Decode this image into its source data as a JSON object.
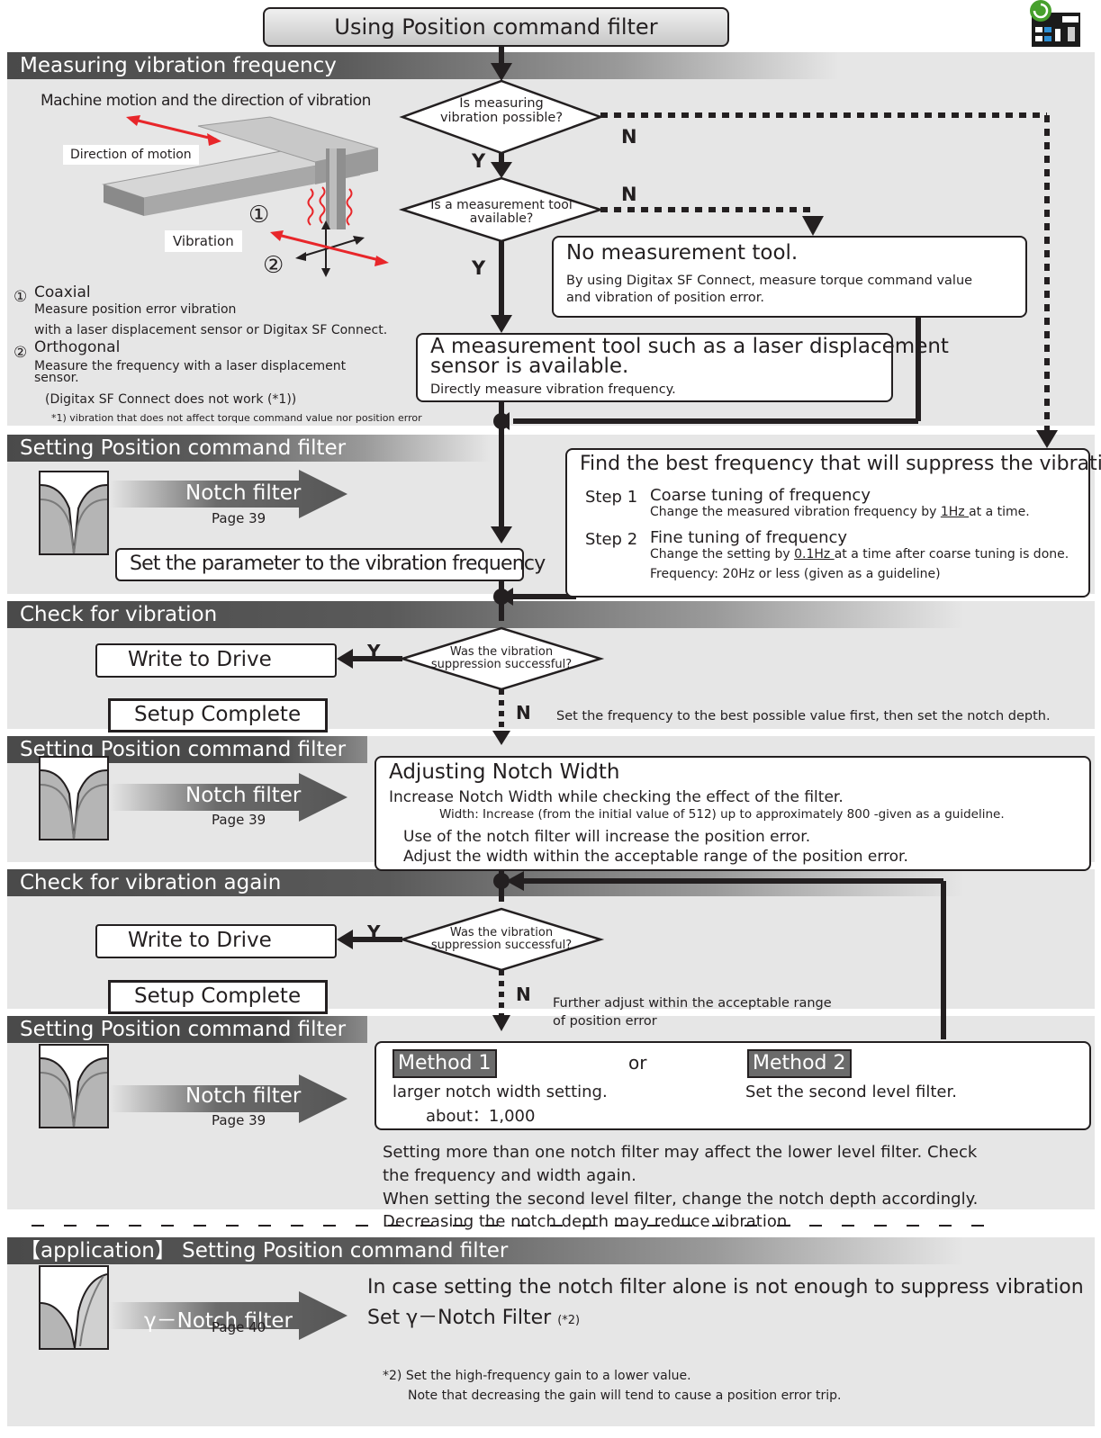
{
  "title": "Using Position command filter",
  "sections": {
    "measuring": "Measuring vibration frequency",
    "setting1": "Setting Position command filter",
    "check1": "Check for vibration",
    "setting2": "Setting Position command filter",
    "check2": "Check for vibration again",
    "setting3": "Setting Position command filter",
    "application": "【application】 Setting Position command filter"
  },
  "machine": {
    "caption": "Machine motion and the direction of vibration",
    "motion": "Direction of motion",
    "vibration": "Vibration",
    "mark1": "①",
    "mark2": "②"
  },
  "notes": {
    "c1_mark": "①",
    "c1_title": "Coaxial",
    "c1_l1": "Measure position error vibration",
    "c1_l2": "with a laser displacement sensor or Digitax SF Connect.",
    "c2_mark": "②",
    "c2_title": "Orthogonal",
    "c2_l1": "Measure the frequency with a laser displacement",
    "c2_l2": "sensor.",
    "c2_l3": "(Digitax SF Connect does not work (*1))",
    "footnote": "*1)  vibration that does not affect torque command value nor position error"
  },
  "decisions": {
    "d1_l1": "Is measuring",
    "d1_l2": "vibration possible?",
    "d2_l1": "Is a measurement tool",
    "d2_l2": "available?",
    "d3_l1": "Was the  vibration",
    "d3_l2": "suppression successful?",
    "d4_l1": "Was the  vibration",
    "d4_l2": "suppression successful?",
    "yes": "Y",
    "no": "N"
  },
  "no_tool": {
    "title": "No measurement tool.",
    "l1": "By using Digitax SF Connect, measure torque command value",
    "l2": "and vibration of position error."
  },
  "tool": {
    "l1": "A measurement tool such as a laser displacement",
    "l2": "sensor is available.",
    "l3": "Directly measure vibration frequency."
  },
  "best_freq": {
    "title": "Find the best frequency that will suppress the vibration.",
    "s1_label": "Step 1",
    "s1_title": "Coarse tuning of frequency",
    "s1_a": "Change the measured vibration frequency by ",
    "s1_u": "1Hz ",
    "s1_b": "at a time.",
    "s2_label": "Step 2",
    "s2_title": "Fine tuning of frequency",
    "s2_a": "Change the setting by ",
    "s2_u": "0.1Hz ",
    "s2_b": "at a time after coarse tuning is done.",
    "s2_c": "Frequency: 20Hz or less (given as a guideline)"
  },
  "notch": {
    "label": "Notch filter",
    "page": "Page 39",
    "gamma_label": "γ－Notch filter",
    "gamma_page": "Page 40"
  },
  "set_param": "Set the parameter to the vibration frequency",
  "write_drive": "Write to Drive",
  "setup_complete": "Setup Complete",
  "note_depth": "Set the frequency to the best possible value first, then set the notch depth.",
  "width": {
    "title": "Adjusting Notch Width",
    "l1": "Increase Notch Width while checking the effect of the filter.",
    "l2": "Width: Increase (from the initial value of 512) up to approximately 800 -given as a guideline.",
    "l3": "Use of the notch filter will increase the position error.",
    "l4": "Adjust the width within the acceptable range of the position error."
  },
  "further": {
    "l1": "Further adjust within the acceptable range",
    "l2": "of position error"
  },
  "methods": {
    "m1": "Method 1",
    "or": "or",
    "m2": "Method 2",
    "m1_l1": "larger notch width setting.",
    "m1_l2": "about：1,000",
    "m2_l1": "Set the second level filter."
  },
  "multi": {
    "l1": "Setting more than one notch filter may affect the lower level filter. Check",
    "l2": "the frequency and width again.",
    "l3": "When setting the second level filter, change the notch depth accordingly.",
    "l4": "Decreasing the notch depth may reduce vibration."
  },
  "application": {
    "l1": "In case setting the notch filter alone is not enough to suppress vibration",
    "l2": "Set  γ－Notch Filter",
    "l2_ref": "(*2)",
    "f1": "*2) Set the high-frequency gain to a lower value.",
    "f2": "Note that decreasing the gain will tend to cause a position error trip."
  },
  "colors": {
    "header_dark": "#4a4a4a",
    "band": "#e6e6e6",
    "arrow_red": "#e8262a",
    "ink": "#231f20"
  }
}
